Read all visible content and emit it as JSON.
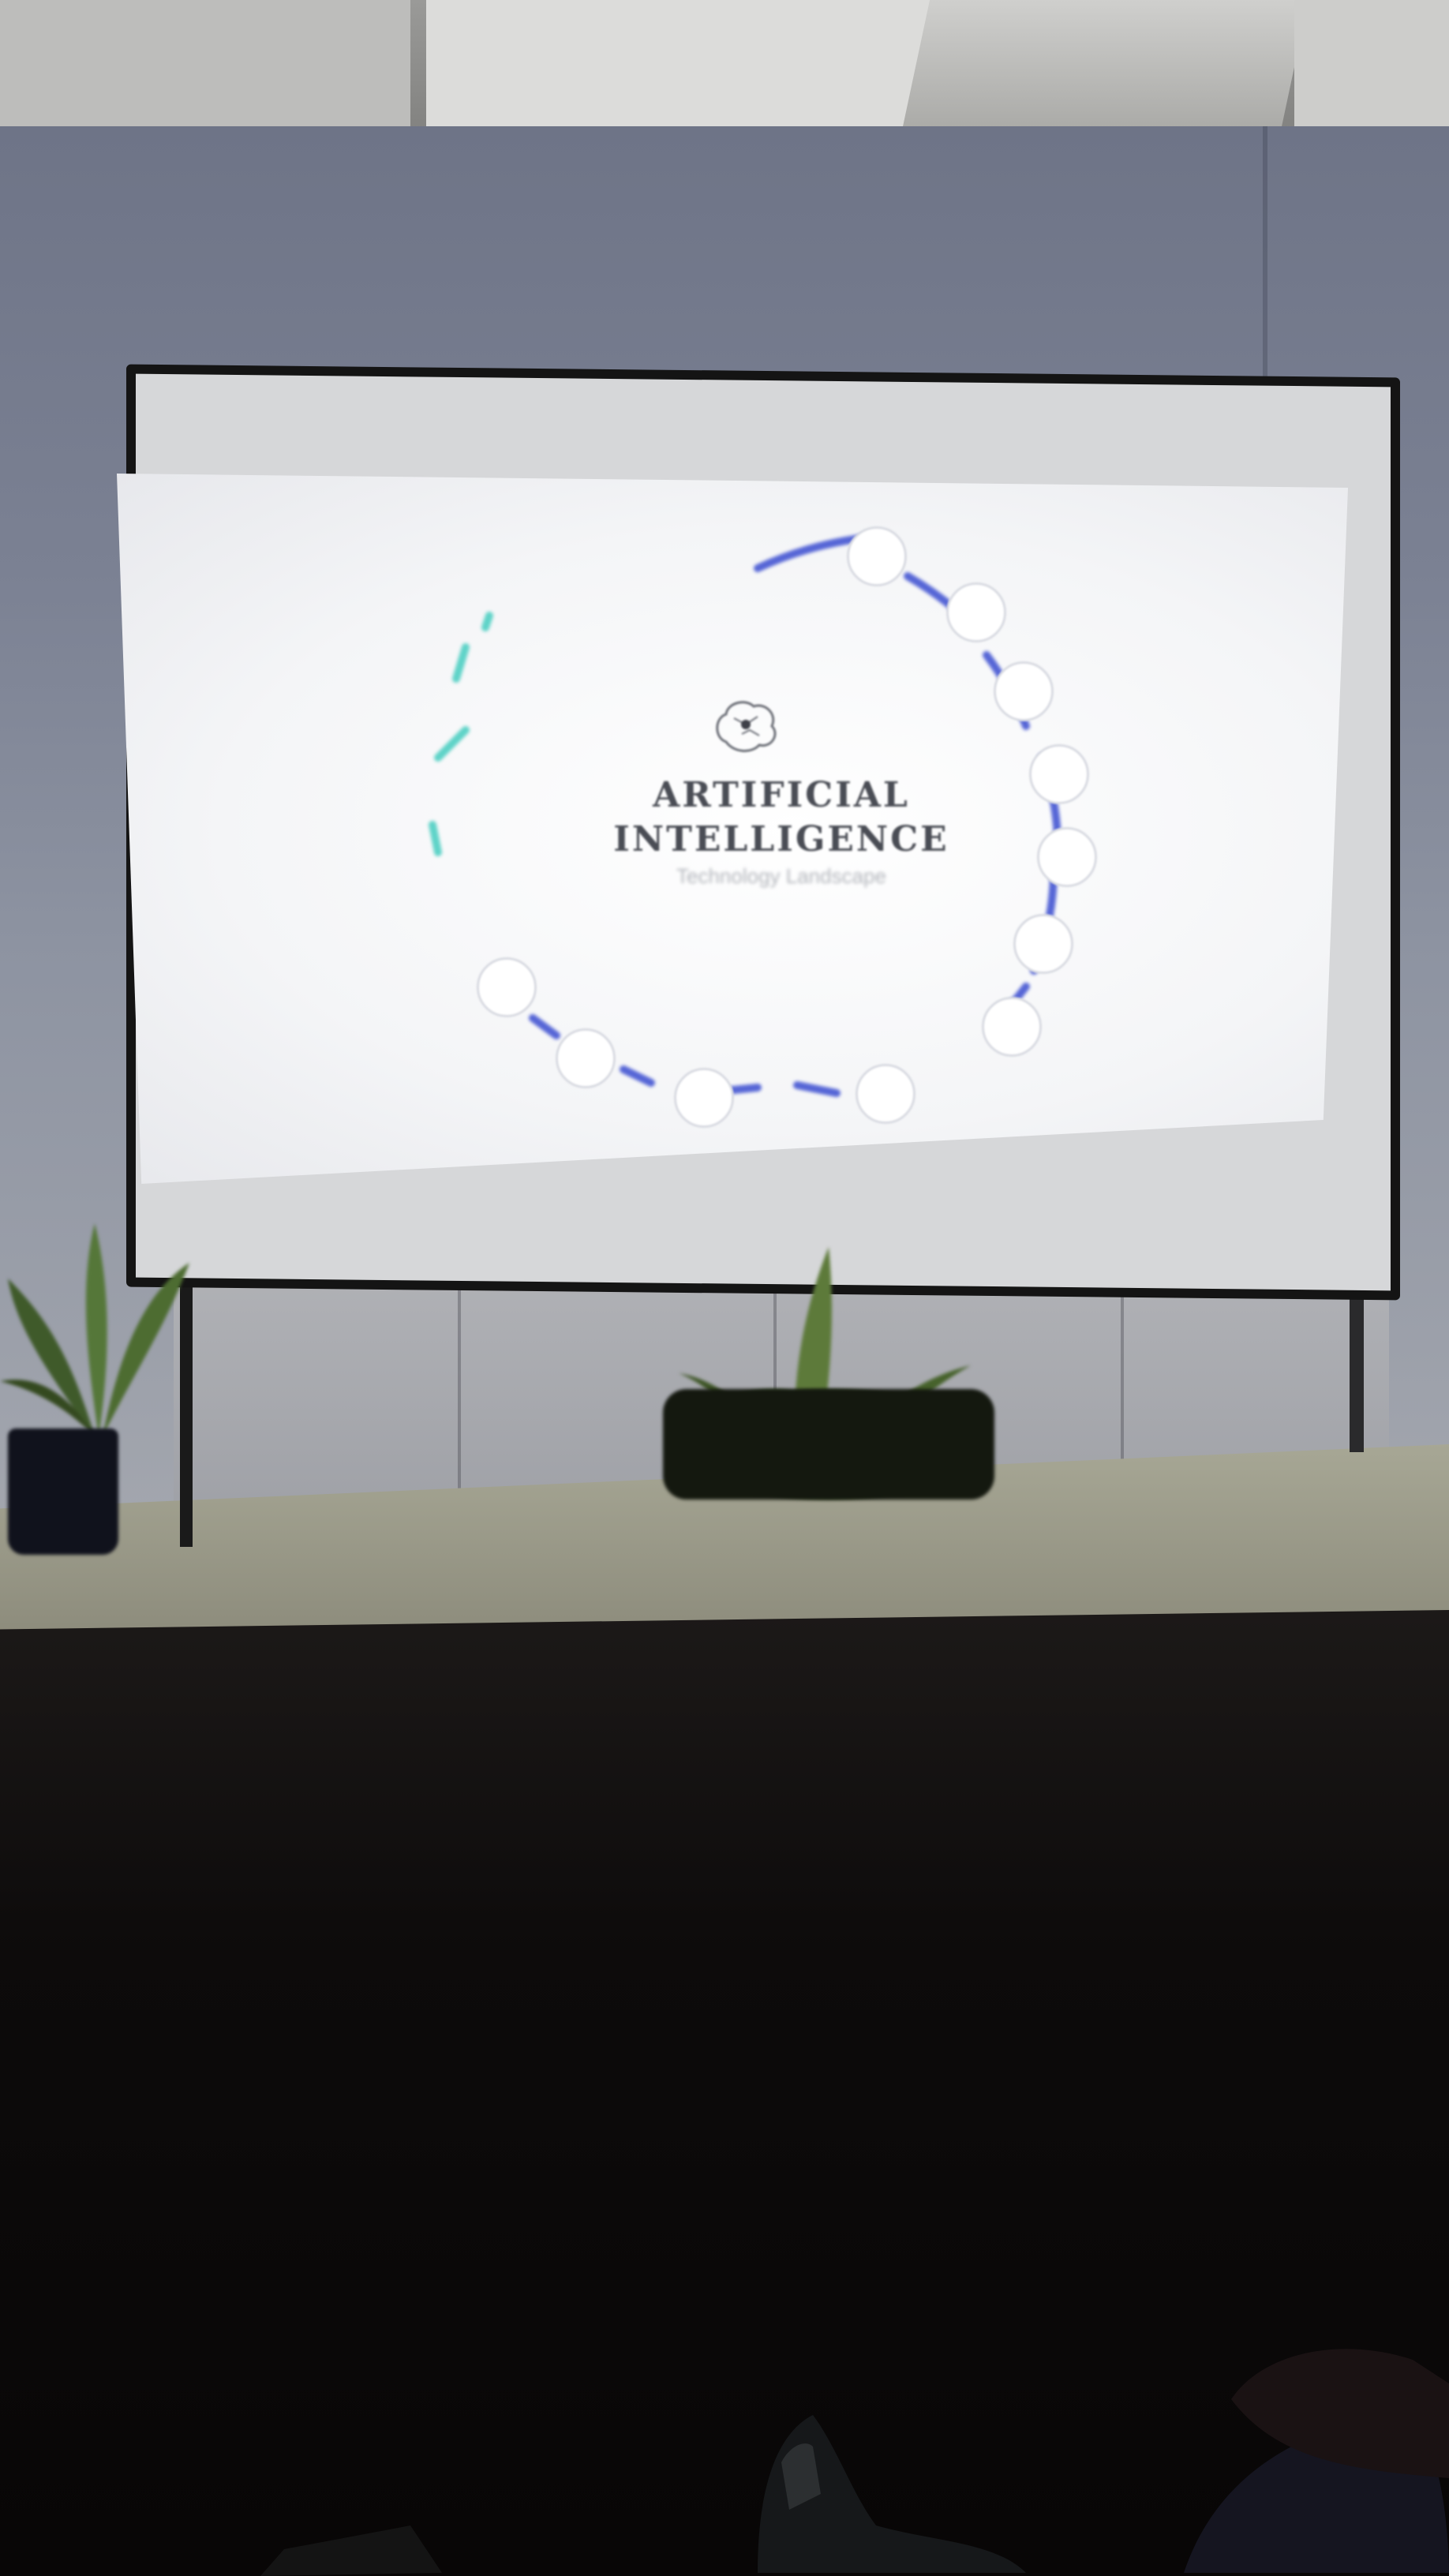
{
  "scene": "photo",
  "slide": {
    "title_line1": "ARTIFICIAL",
    "title_line2": "INTELLIGENCE",
    "subtitle": "Technology Landscape",
    "labels": [
      "",
      "",
      "",
      "",
      "",
      "",
      "",
      "",
      "",
      "",
      "",
      "",
      "",
      "",
      "",
      "",
      ""
    ]
  },
  "colors": {
    "ring_blue": "#5666d6",
    "ring_teal": "#5fd3c8",
    "wall": "#7b8193",
    "screen": "#f4f5f7"
  }
}
